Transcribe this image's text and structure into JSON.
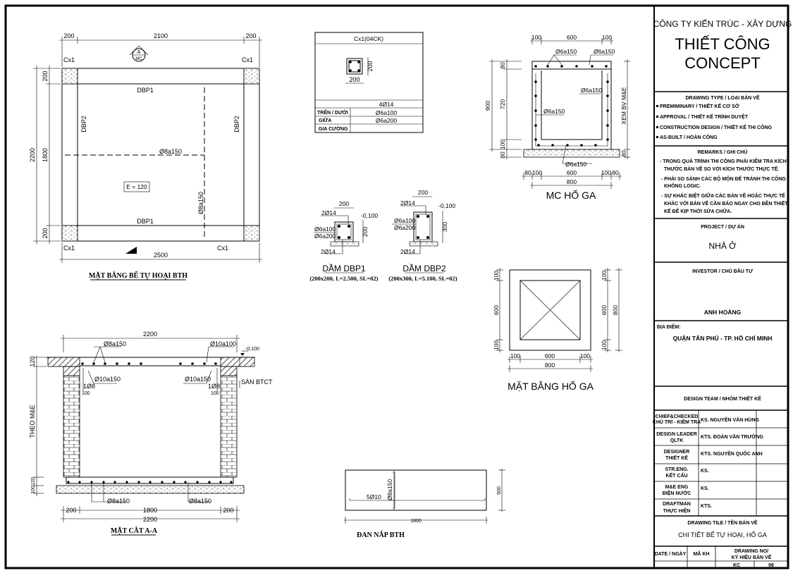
{
  "title_block": {
    "company": "CÔNG TY KIẾN TRÚC - XÂY DỰNG",
    "brand_line1": "THIẾT CÔNG",
    "brand_line2": "CONCEPT",
    "drawing_type_header": "DRAWING TYPE / LOẠI BẢN VẼ",
    "drawing_types": [
      "PREMIMINARY / THIẾT KẾ CƠ SỞ",
      "APPROVAL / THIẾT KẾ TRÌNH DUYỆT",
      "CONSTRUCTION DESIGN / THIẾT KẾ THI CÔNG",
      "AS-BUILT / HOÀN CÔNG"
    ],
    "remarks_header": "REMARKS / GHI CHÚ",
    "remarks": [
      [
        "- TRONG QUÁ TRÌNH THI CÔNG PHẢI KIỂM TRA KÍCH",
        "THƯỚC BẢN VẼ SO VỚI KÍCH THƯỚC THỰC TẾ."
      ],
      [
        "- PHẢI SO SÁNH CÁC BỘ MÔN ĐỂ TRÁNH THI CÔNG",
        "KHÔNG LOGIC."
      ],
      [
        "- SỰ KHÁC BIỆT GIỮA CÁC BẢN VẼ HOẶC THỰC TẾ",
        "KHÁC VỚI BẢN VẼ CẦN BÁO NGAY CHO BÊN THIẾT",
        "KẾ ĐỂ KỊP THỜI SỬA CHỮA."
      ]
    ],
    "project_header": "PROJECT / DỰ ÁN",
    "project": "NHÀ Ở",
    "investor_header": "INVESTOR / CHỦ ĐẦU TƯ",
    "investor": "ANH HOÀNG",
    "location_header": "ĐỊA ĐIỂM:",
    "location": "QUẬN TÂN PHÚ - TP. HỒ CHÍ MINH",
    "team_header": "DESIGN TEAM / NHÓM THIẾT KẾ",
    "team": [
      {
        "role1": "CHIEF&CHECKED",
        "role2": "CHỦ TRÌ - KIỂM TRA",
        "name": "KS.  NGUYỄN VĂN HÙNG"
      },
      {
        "role1": "DESIGN LEADER",
        "role2": "QLTK",
        "name": "KTS. ĐOÀN VĂN TRƯỜNG"
      },
      {
        "role1": "DESIGNER",
        "role2": "THIẾT KẾ",
        "name": "KTS. NGUYỄN QUỐC ANH"
      },
      {
        "role1": "STR.ENG.",
        "role2": "KẾT CẤU",
        "name": "KS."
      },
      {
        "role1": "M&E ENG",
        "role2": "ĐIỆN NƯỚC",
        "name": "KS."
      },
      {
        "role1": "DRAFTMAN",
        "role2": "THỰC HIỆN",
        "name": "KTS."
      }
    ],
    "drawing_title_header": "DRAWING TILE / TÊN BẢN VẼ",
    "drawing_title": "CHI TIẾT BỂ TỰ HOẠI, HỐ GA",
    "date_header": "DATE / NGÀY",
    "code_header": "MÃ KH",
    "drawing_no_header1": "DRAWING NO/",
    "drawing_no_header2": "KÝ HIỆU BẢN VẼ",
    "drawing_prefix": "KC",
    "drawing_no": "06"
  },
  "plan": {
    "title": "MẶT BẰNG BỂ TỰ HOẠI BTH",
    "dim_top": [
      "200",
      "2100",
      "200"
    ],
    "dim_bottom": "2500",
    "dim_left_outer": "2200",
    "dim_left_inner": [
      "200",
      "1800",
      "200"
    ],
    "column_label": "Cx1",
    "beam1": "DBP1",
    "beam2": "DBP2",
    "rebar_h": "Ø8a150",
    "rebar_v": "Ø8a150",
    "thickness": "E = 120",
    "section_mark_top": "A",
    "section_mark_bottom": "MC"
  },
  "column_table": {
    "title": "Cx1(04CK)",
    "dim_w": "200",
    "dim_h": "200",
    "main_bars": "4Ø14",
    "rows": [
      {
        "label": "TRÊN / DƯỚI",
        "value": "Ø6a100"
      },
      {
        "label": "GIỮA",
        "value": "Ø6a200"
      },
      {
        "label": "GIA CƯỜNG",
        "value": ""
      }
    ]
  },
  "beams": [
    {
      "title": "DẦM DBP1",
      "spec": "(200x200, L=2.500, SL=02)",
      "width": "200",
      "height": "200",
      "top_bars": "2Ø14",
      "bottom_bars": "2Ø14",
      "stirrup1": "Ø6a100",
      "stirrup2": "Ø6a200",
      "level": "-0,100"
    },
    {
      "title": "DẦM DBP2",
      "spec": "(200x300, L=5.100, SL=02)",
      "width": "200",
      "height": "300",
      "top_bars": "2Ø14",
      "bottom_bars": "2Ø14",
      "stirrup1": "Ø6a100",
      "stirrup2": "Ø6a200",
      "level": "-0,100"
    }
  ],
  "manhole_section": {
    "title": "MC HỐ GA",
    "dim_top": [
      "100",
      "600",
      "100"
    ],
    "dim_bottom": [
      "80",
      "100",
      "600",
      "100",
      "80"
    ],
    "dim_total": "800",
    "dim_left": [
      "80",
      "720",
      "100",
      "80"
    ],
    "dim_left_total": "900",
    "dim_right": "80",
    "note_right": "XEM BV M&E",
    "rebar_labels": [
      "Ø6a150",
      "Ø6a150",
      "Ø6a150",
      "Ø6a150",
      "Ø6a150"
    ]
  },
  "manhole_plan": {
    "title": "MẶT BẰNG HỐ GA",
    "dim_bottom": [
      "100",
      "600",
      "100"
    ],
    "dim_total": "800",
    "dim_left": [
      "100",
      "600",
      "100"
    ],
    "dim_right_inner": [
      "100",
      "600",
      "100"
    ],
    "dim_right_total": "800"
  },
  "section_aa": {
    "title": "MẶT CẮT A-A",
    "dim_top": "2200",
    "dim_bottom": [
      "200",
      "1800",
      "200"
    ],
    "dim_bottom_total": "2200",
    "slab_thickness": "120",
    "level": "-0,100",
    "note_left": "THEO M&E",
    "dim_left_bottom": [
      "120",
      "100"
    ],
    "top_rebar": "Ø8a150",
    "edge_rebar": "Ø10a100",
    "lintel_left": "Ø10a150",
    "lintel_right": "Ø10a150",
    "bar_left": "1Ø8",
    "bar_right": "1Ø8",
    "small_dim": "100",
    "slab_note": "SÀN BTCT",
    "bottom_rebar_left": "Ø8a150",
    "bottom_rebar_right": "Ø8a150"
  },
  "cover_slab": {
    "title": "ĐAN NẮP BTH",
    "length": "1800",
    "width": "500",
    "main_bars": "5Ø10",
    "dist_bars": "Ø8a150"
  }
}
